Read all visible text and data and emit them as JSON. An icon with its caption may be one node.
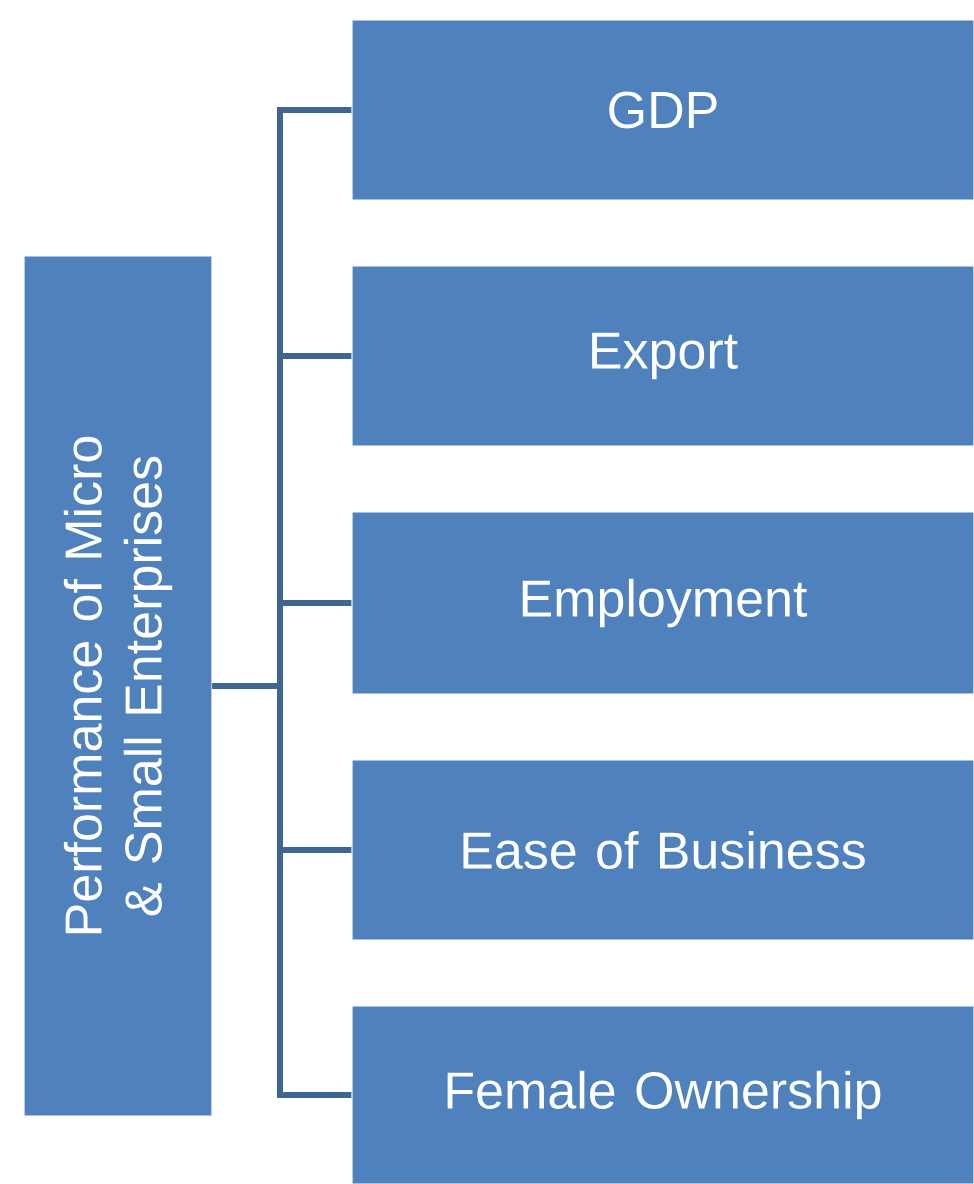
{
  "diagram": {
    "nodes": [
      {
        "text": [
          "Performance of Micro & Small Enterprises"
        ]
      },
      {
        "text": [
          "GDP"
        ]
      },
      {
        "text": [
          "Export"
        ]
      },
      {
        "text": [
          "Employment"
        ]
      },
      {
        "text": [
          "Ease of Business"
        ]
      },
      {
        "text": [
          "Female Ownership"
        ]
      }
    ],
    "edges": [
      {
        "from": 0,
        "to": 1,
        "arrow": "none"
      },
      {
        "from": 0,
        "to": 2,
        "arrow": "none"
      },
      {
        "from": 0,
        "to": 3,
        "arrow": "none"
      },
      {
        "from": 0,
        "to": 4,
        "arrow": "none"
      },
      {
        "from": 0,
        "to": 5,
        "arrow": "none"
      }
    ]
  }
}
